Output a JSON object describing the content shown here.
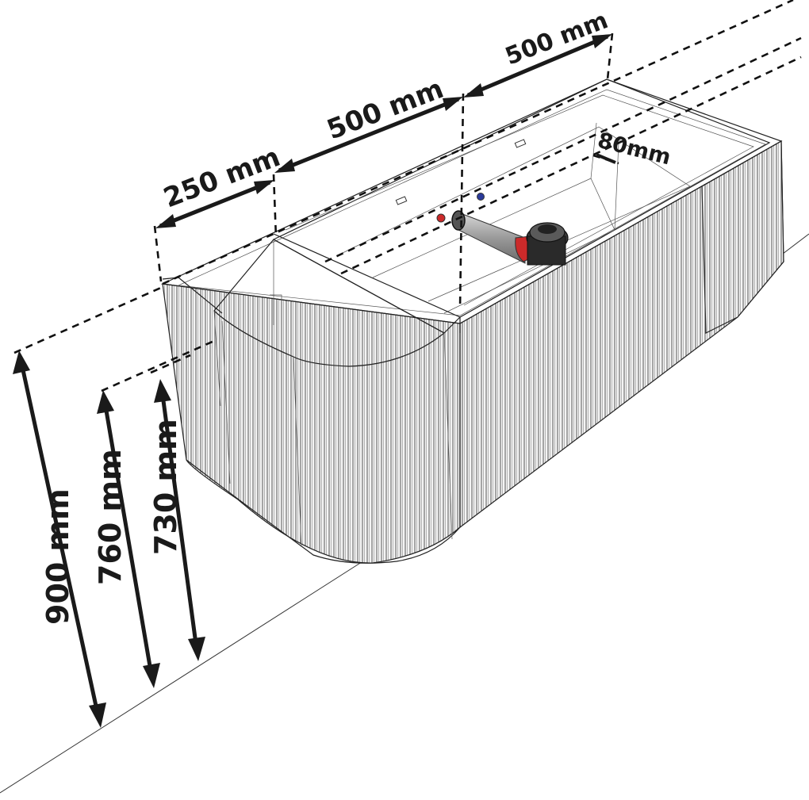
{
  "dimensions": {
    "width_left": "250 mm",
    "width_middle": "500 mm",
    "width_right": "500 mm",
    "overflow_offset": "80mm",
    "height_total": "900 mm",
    "height_mid": "760 mm",
    "height_low": "730 mm"
  },
  "colors": {
    "hot_valve": "#cc2a2a",
    "cold_valve": "#2a3a9a",
    "line": "#1a1a1a"
  }
}
